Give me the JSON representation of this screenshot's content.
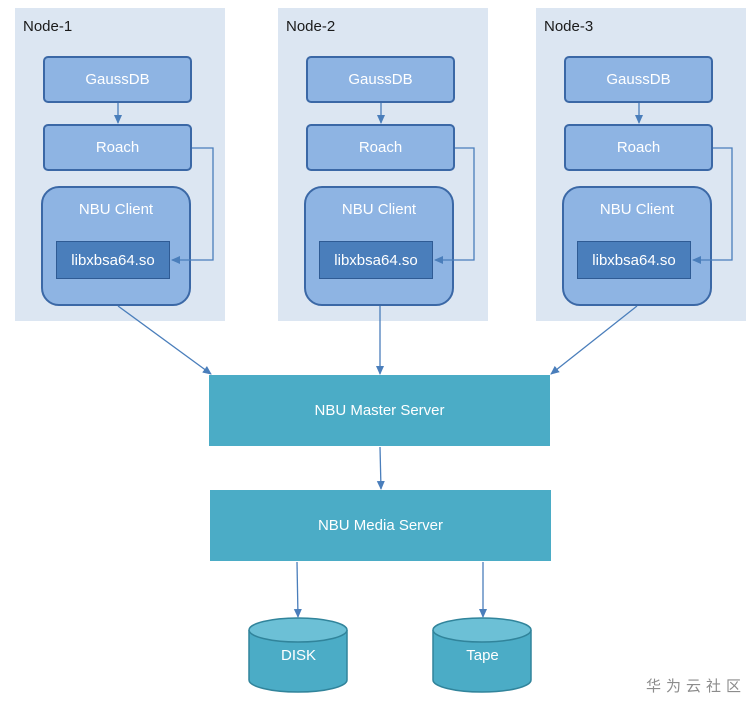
{
  "nodes": [
    {
      "title": "Node-1",
      "db": "GaussDB",
      "tool": "Roach",
      "client": "NBU Client",
      "lib": "libxbsa64.so"
    },
    {
      "title": "Node-2",
      "db": "GaussDB",
      "tool": "Roach",
      "client": "NBU Client",
      "lib": "libxbsa64.so"
    },
    {
      "title": "Node-3",
      "db": "GaussDB",
      "tool": "Roach",
      "client": "NBU Client",
      "lib": "libxbsa64.so"
    }
  ],
  "master_server": "NBU Master Server",
  "media_server": "NBU Media Server",
  "storage": {
    "disk": "DISK",
    "tape": "Tape"
  },
  "watermark": "华为云社区",
  "colors": {
    "panel": "#dce6f2",
    "box_fill": "#8eb4e3",
    "box_border": "#3b68a6",
    "lib_fill": "#4a7ebb",
    "server_fill": "#4bacc6",
    "arrow": "#4a7ebb"
  }
}
